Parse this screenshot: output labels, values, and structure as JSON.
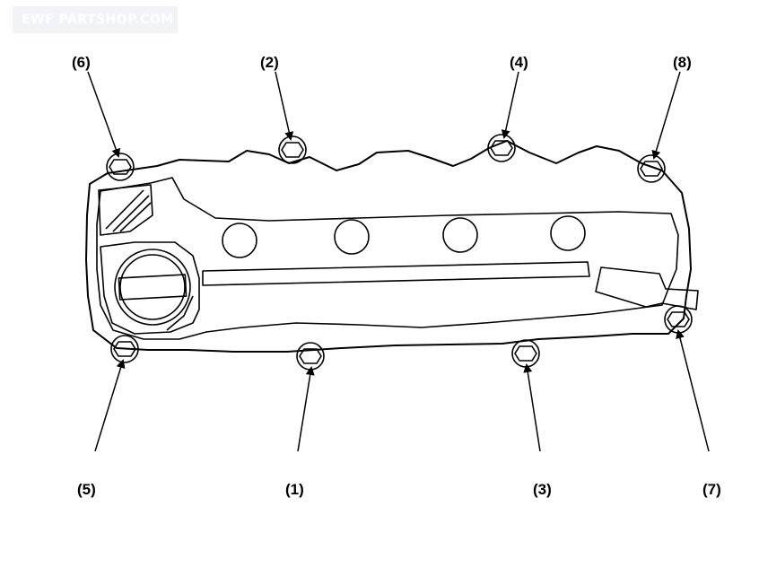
{
  "watermark": {
    "text": "EWF PARTSHOP.COM"
  },
  "bolts": [
    {
      "label": "(1)"
    },
    {
      "label": "(2)"
    },
    {
      "label": "(3)"
    },
    {
      "label": "(4)"
    },
    {
      "label": "(5)"
    },
    {
      "label": "(6)"
    },
    {
      "label": "(7)"
    },
    {
      "label": "(8)"
    }
  ]
}
